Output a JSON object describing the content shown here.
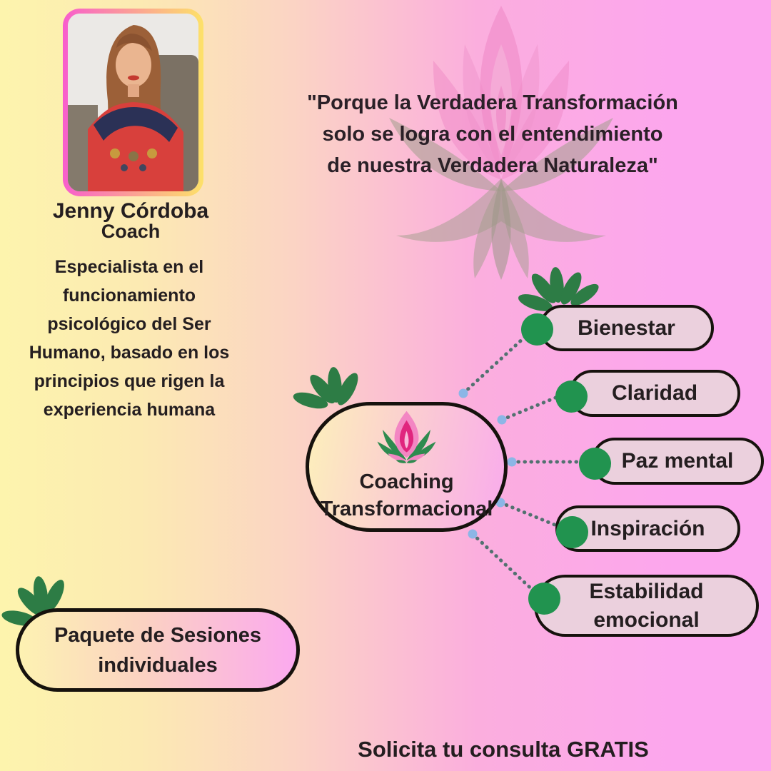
{
  "profile": {
    "name": "Jenny Córdoba",
    "role": "Coach",
    "description_lines": [
      "Especialista en el",
      "funcionamiento",
      "psicológico del Ser",
      "Humano, basado en los",
      "principios que rigen la",
      "experiencia humana"
    ]
  },
  "quote": {
    "lines": [
      "\"Porque la Verdadera Transformación",
      "solo se logra con el entendimiento",
      "de nuestra Verdadera Naturaleza\""
    ]
  },
  "mindmap": {
    "center": {
      "line1": "Coaching",
      "line2": "Transformacional",
      "icon": "lotus-icon"
    },
    "nodes": [
      {
        "label": "Bienestar"
      },
      {
        "label": "Claridad"
      },
      {
        "label": "Paz mental"
      },
      {
        "label": "Inspiración"
      },
      {
        "label": "Estabilidad emocional"
      }
    ]
  },
  "offer": {
    "line1": "Paquete de Sesiones",
    "line2": "individuales"
  },
  "cta": {
    "text": "Solicita tu consulta GRATIS"
  },
  "colors": {
    "background_left": "#fdf4ad",
    "background_right": "#fca6ee",
    "pill_fill": "#ebd0dd",
    "node_border": "#16120d",
    "green_dot": "#21934f",
    "leaf_green": "#2d7c45",
    "connector": "#527170",
    "connector_endpoint": "#8cb6e6",
    "frame_gradient_start": "#f85ecd",
    "frame_gradient_end": "#fde169",
    "text": "#241e20"
  }
}
